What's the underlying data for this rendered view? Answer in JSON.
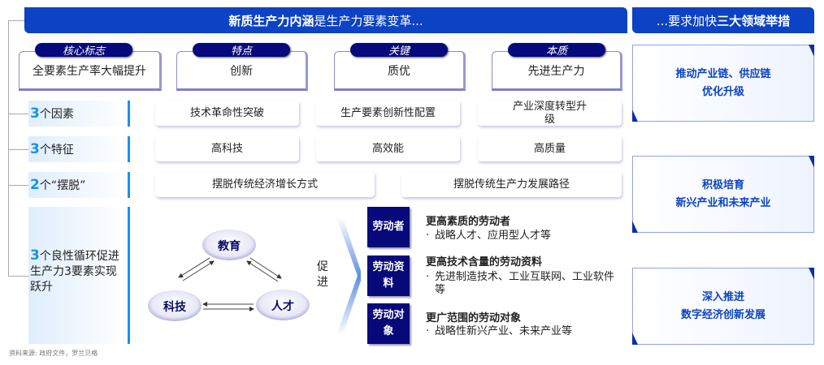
{
  "header": {
    "left_bold": "新质生产力内涵",
    "left_rest": "是生产力要素变革...",
    "right_rest": "...要求加快",
    "right_bold": "三大领域举措"
  },
  "top_cards": [
    {
      "tag": "核心标志",
      "text": "全要素生产率大幅提升"
    },
    {
      "tag": "特点",
      "text": "创新"
    },
    {
      "tag": "关键",
      "text": "质优"
    },
    {
      "tag": "本质",
      "text": "先进生产力"
    }
  ],
  "rows": [
    {
      "num": "3",
      "label": "个因素",
      "items": [
        "技术革命性突破",
        "生产要素创新性配置",
        "产业深度转型升级"
      ]
    },
    {
      "num": "3",
      "label": "个特征",
      "items": [
        "高科技",
        "高效能",
        "高质量"
      ]
    },
    {
      "num": "2",
      "label": "个“摆脱”",
      "items": [
        "摆脱传统经济增长方式",
        "摆脱传统生产力发展路径"
      ]
    }
  ],
  "cycle": {
    "num": "3",
    "label": "个良性循环促进生产力3要素实现跃升",
    "nodes": [
      "教育",
      "科技",
      "人才"
    ],
    "promote": "促进"
  },
  "elements": [
    {
      "tag": "劳动者",
      "title": "更高素质的劳动者",
      "bullet": "战略人才、应用型人才等"
    },
    {
      "tag": "劳动资料",
      "title": "更高技术含量的劳动资料",
      "bullet": "先进制造技术、工业互联网、工业软件等"
    },
    {
      "tag": "劳动对象",
      "title": "更广范围的劳动对象",
      "bullet": "战略性新兴产业、未来产业等"
    }
  ],
  "measures": [
    {
      "line1": "推动产业链、供应链",
      "line2": "优化升级"
    },
    {
      "line1": "积极培育",
      "line2": "新兴产业和未来产业"
    },
    {
      "line1": "深入推进",
      "line2": "数字经济创新发展"
    }
  ],
  "source": "资料来源: 政府文件，罗兰贝格"
}
